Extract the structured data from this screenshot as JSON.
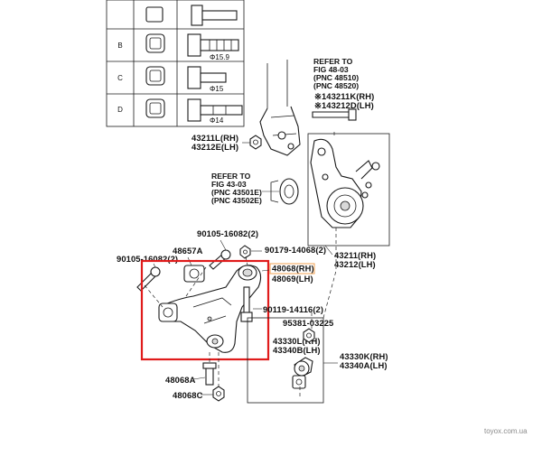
{
  "bolt_table": {
    "rows": [
      {
        "key": "B",
        "dim": "15.9"
      },
      {
        "key": "C",
        "dim": "15"
      },
      {
        "key": "D",
        "dim": "14"
      }
    ]
  },
  "refs": {
    "strut": [
      "REFER TO",
      "FIG 48-03",
      "(PNC 48510)",
      "(PNC 48520)"
    ],
    "bushing": [
      "REFER TO",
      "FIG 43-03",
      "(PNC 43501E)",
      "(PNC 43502E)"
    ]
  },
  "labels": {
    "l43211k": "※143211K(RH)",
    "l43212d": "※143212D(LH)",
    "l43211l": "43211L(RH)",
    "l43212e": "43212E(LH)",
    "l90105_top": "90105-16082(2)",
    "l48657a": "48657A",
    "l90179": "90179-14068(2)",
    "l90105_left": "90105-16082(2)",
    "l43211": "43211(RH)",
    "l43212": "43212(LH)",
    "l48068": "48068(RH)",
    "l48069": "48069(LH)",
    "l90119": "90119-14116(2)",
    "l95381": "95381-03225",
    "l43330l": "43330L(RH)",
    "l43340b": "43340B(LH)",
    "l43330k": "43330K(RH)",
    "l43340a": "43340A(LH)",
    "l48068a": "48068A",
    "l48068c": "48068C"
  },
  "watermark": "toyox.com.ua",
  "highlight_color": "#e01b1b",
  "label_box_color": "#f0a050"
}
